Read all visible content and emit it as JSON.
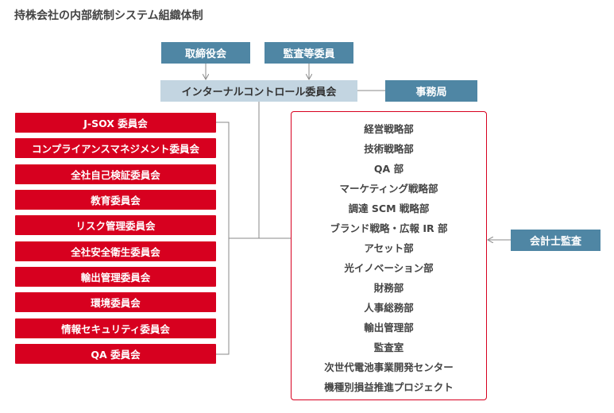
{
  "title": "持株会社の内部統制システム組織体制",
  "top_boxes": {
    "compensation": "取締役会",
    "audit": "監査等委員"
  },
  "control_committee": "インターナルコントロール委員会",
  "secretariat": "事務局",
  "auditor": "会計士監査",
  "committees": [
    "J-SOX 委員会",
    "コンプライアンスマネジメント委員会",
    "全社自己検証委員会",
    "教育委員会",
    "リスク管理委員会",
    "全社安全衛生委員会",
    "輸出管理委員会",
    "環境委員会",
    "情報セキュリティ委員会",
    "QA 委員会"
  ],
  "departments": [
    "経営戦略部",
    "技術戦略部",
    "QA 部",
    "マーケティング戦略部",
    "調達 SCM 戦略部",
    "ブランド戦略・広報 IR 部",
    "アセット部",
    "光イノベーション部",
    "財務部",
    "人事総務部",
    "輸出管理部",
    "監査室",
    "次世代電池事業開発センター",
    "機種別損益推進プロジェクト"
  ],
  "colors": {
    "teal": "#4f86a4",
    "light_blue": "#c3d5e1",
    "red": "#d7001f",
    "line": "#9a9a9a"
  }
}
